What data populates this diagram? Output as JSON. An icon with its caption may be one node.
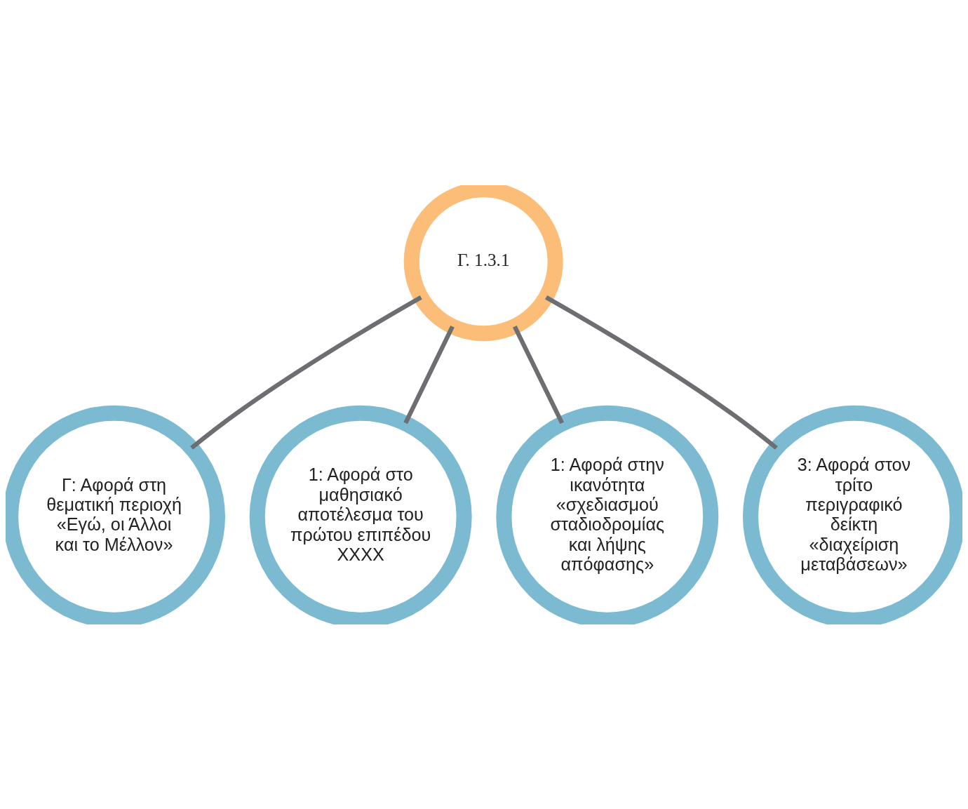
{
  "diagram": {
    "nodes": [
      {
        "text": [
          "Γ. 1.3.1"
        ]
      },
      {
        "text": [
          "Γ: Αφορά στη θεματική περιοχή «Εγώ, οι Άλλοι και το Μέλλον»"
        ]
      },
      {
        "text": [
          "1: Αφορά στο μαθησιακό αποτέλεσμα του πρώτου επιπέδου ΧΧΧΧ"
        ]
      },
      {
        "text": [
          "1: Αφορά στην ικανότητα «σχεδιασμού σταδιοδρομίας και λήψης απόφασης»"
        ]
      },
      {
        "text": [
          "3: Αφορά στον τρίτο περιγραφικό δείκτη «διαχείριση μεταβάσεων»"
        ]
      }
    ],
    "edges": [
      {
        "from": 0,
        "to": 1,
        "arrow": "none"
      },
      {
        "from": 0,
        "to": 3,
        "arrow": "none"
      },
      {
        "from": 0,
        "to": 4,
        "arrow": "none"
      },
      {
        "from": 0,
        "to": 2,
        "arrow": "none"
      }
    ]
  }
}
